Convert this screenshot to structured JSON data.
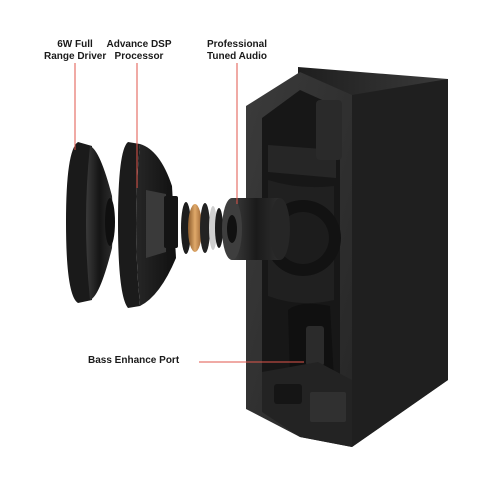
{
  "callouts": {
    "driver": {
      "line1": "6W Full",
      "line2": "Range Driver"
    },
    "dsp": {
      "line1": "Advance DSP",
      "line2": "Processor"
    },
    "audio": {
      "line1": "Professional",
      "line2": "Tuned Audio"
    },
    "bass": {
      "text": "Bass Enhance Port"
    }
  },
  "colors": {
    "callout_line": "#e0564b",
    "housing": "#2a2a2a",
    "cone": "#1c1c1c",
    "coil": "#c98b4e"
  }
}
